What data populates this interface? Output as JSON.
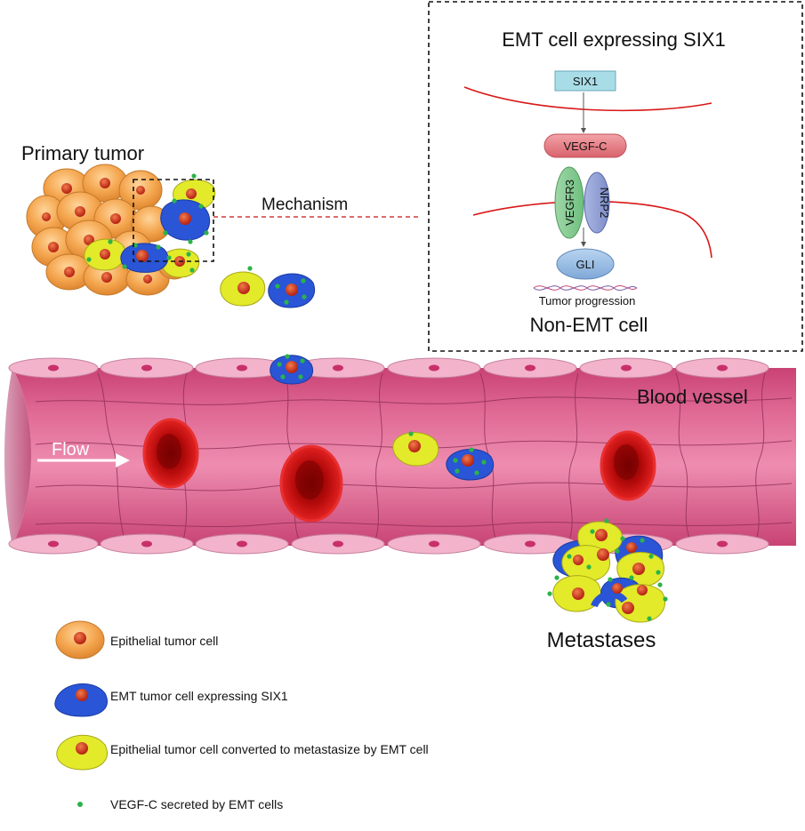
{
  "labels": {
    "primary_tumor": "Primary tumor",
    "mechanism": "Mechanism",
    "inset_title": "EMT cell expressing SIX1",
    "six1": "SIX1",
    "vegfc": "VEGF-C",
    "vegfr3": "VEGFR3",
    "nrp2": "NRP2",
    "gli": "GLI",
    "tumor_progression": "Tumor progression",
    "non_emt_cell": "Non-EMT cell",
    "blood_vessel": "Blood vessel",
    "flow": "Flow",
    "metastases": "Metastases"
  },
  "legend": [
    {
      "icon": "epithelial-cell",
      "text": "Epithelial tumor cell"
    },
    {
      "icon": "emt-cell",
      "text": "EMT tumor cell expressing SIX1"
    },
    {
      "icon": "converted-cell",
      "text": "Epithelial tumor cell converted to metastasize by EMT cell"
    },
    {
      "icon": "vegfc-dot",
      "text": "VEGF-C secreted by EMT cells"
    }
  ],
  "colors": {
    "epithelial": "#f0a04a",
    "emt": "#2a55d6",
    "converted": "#e2ea2a",
    "vegfc_dot": "#2bb34a",
    "nucleus": "#d8462a",
    "vessel": "#e0628e",
    "rbc": "#c21414",
    "membrane": "#d81818"
  }
}
